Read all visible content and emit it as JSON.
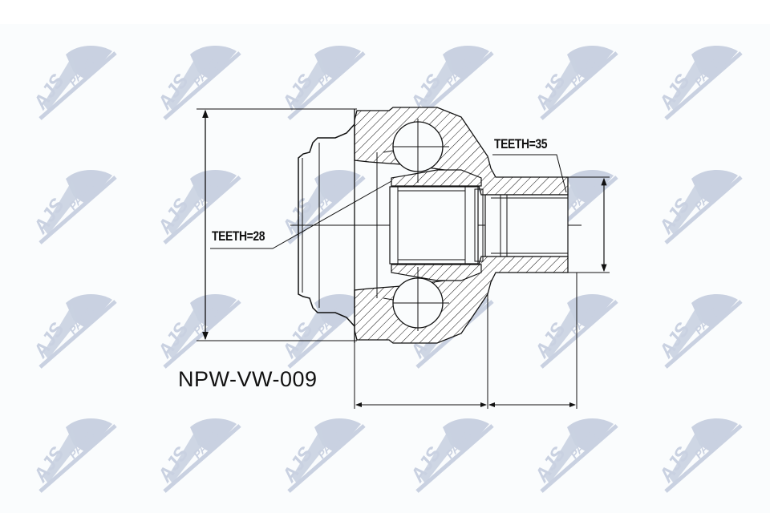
{
  "drawing": {
    "title": "CV joint technical drawing",
    "part_number": "NPW-VW-009",
    "labels": {
      "teeth_inner": "TEETH=28",
      "teeth_outer": "TEETH=35"
    },
    "line_color": "#111111"
  },
  "watermark": {
    "brand": "AJS",
    "sub": "PARTS",
    "color": "#c9d1e1",
    "columns_x": [
      40,
      195,
      350,
      510,
      665,
      820
    ],
    "rows_y": [
      30,
      185,
      340,
      495
    ]
  },
  "background": {
    "top_band": "#ffffff",
    "area": "#fafcfd"
  }
}
